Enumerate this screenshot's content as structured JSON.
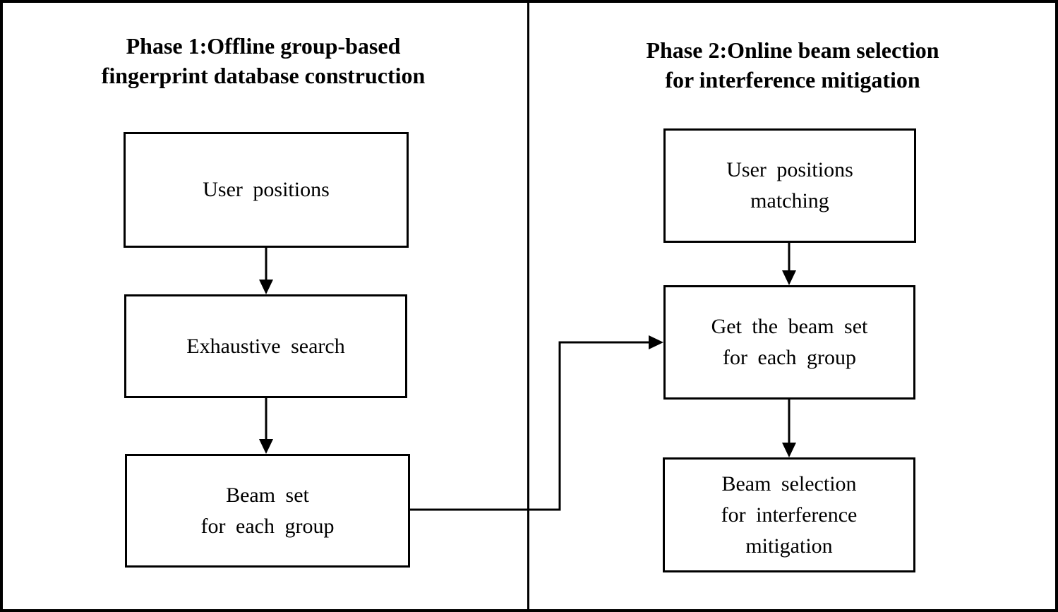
{
  "diagram": {
    "type": "flowchart",
    "colors": {
      "line": "#000000",
      "background": "#ffffff",
      "text": "#000000"
    },
    "phase1": {
      "title": "Phase 1:Offline group-based\nfingerprint database construction",
      "boxes": [
        {
          "id": "user-positions",
          "label": "User positions"
        },
        {
          "id": "exhaustive-search",
          "label": "Exhaustive search"
        },
        {
          "id": "beam-set-for-each-group",
          "label": "Beam set\nfor each group"
        }
      ]
    },
    "phase2": {
      "title": "Phase 2:Online beam selection\nfor interference mitigation",
      "boxes": [
        {
          "id": "user-positions-matching",
          "label": "User positions\nmatching"
        },
        {
          "id": "get-beam-set-for-each-group",
          "label": "Get the beam set\nfor each group"
        },
        {
          "id": "beam-selection-interference-mitigation",
          "label": "Beam selection\nfor interference\nmitigation"
        }
      ]
    },
    "flows": [
      {
        "from": "user-positions",
        "to": "exhaustive-search"
      },
      {
        "from": "exhaustive-search",
        "to": "beam-set-for-each-group"
      },
      {
        "from": "user-positions-matching",
        "to": "get-beam-set-for-each-group"
      },
      {
        "from": "get-beam-set-for-each-group",
        "to": "beam-selection-interference-mitigation"
      },
      {
        "from": "beam-set-for-each-group",
        "to": "get-beam-set-for-each-group"
      }
    ]
  }
}
